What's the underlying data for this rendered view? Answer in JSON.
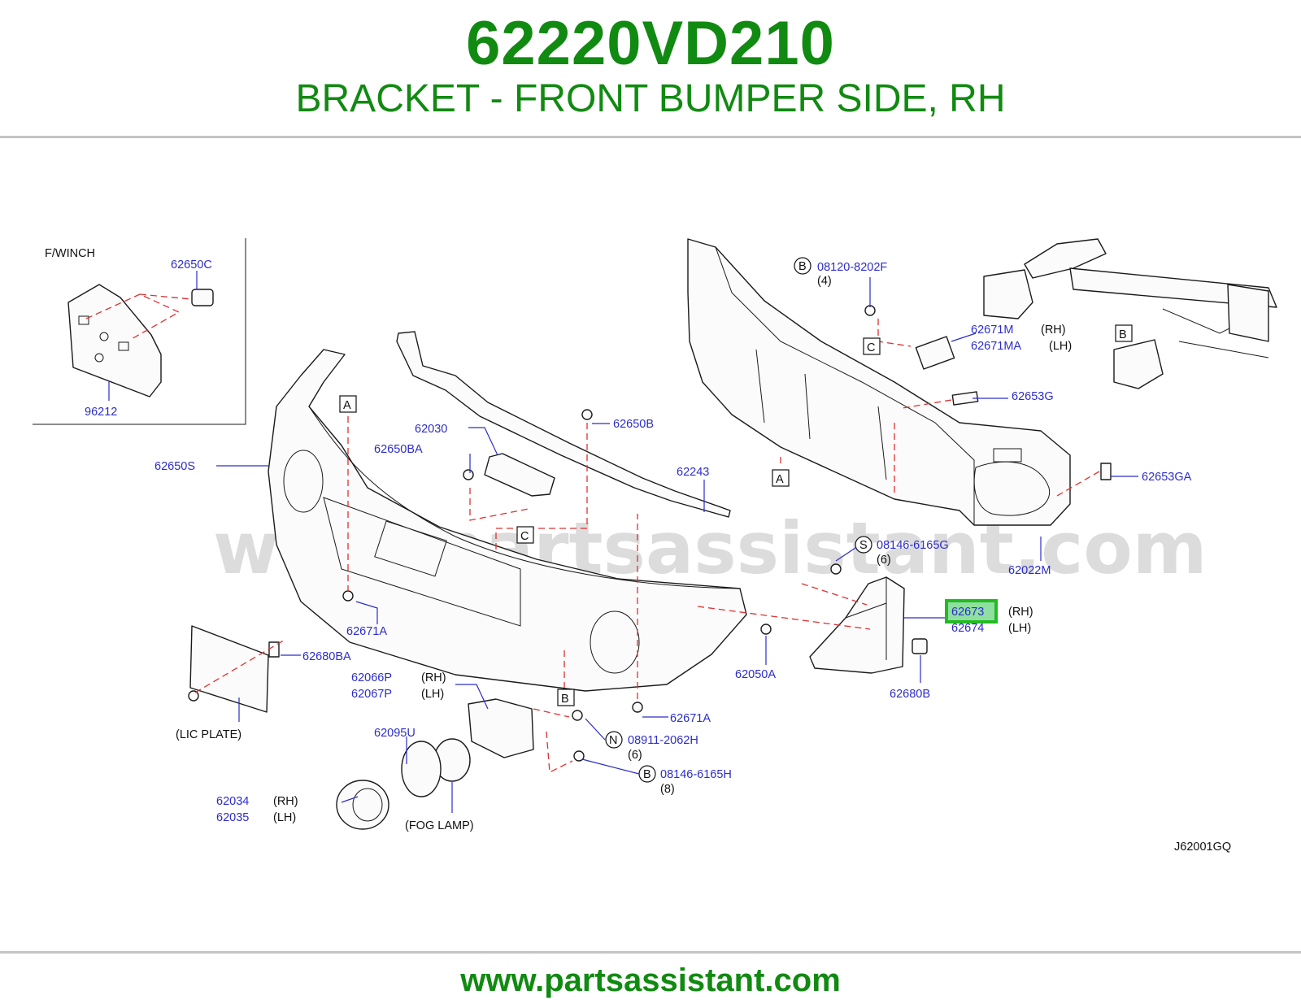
{
  "header": {
    "part_number": "62220VD210",
    "description": "BRACKET - FRONT BUMPER SIDE, RH"
  },
  "footer": {
    "url": "www.partsassistant.com"
  },
  "watermark": "www.partsassistant.com",
  "diagram_code": "J62001GQ",
  "highlight_color": "#22bb22",
  "inset": {
    "title": "F/WINCH",
    "labels": [
      "62650C",
      "96212"
    ]
  },
  "callouts": {
    "p62650S": "62650S",
    "p62650BA": "62650BA",
    "p62030": "62030",
    "p62650B": "62650B",
    "p62243": "62243",
    "p62671A_1": "62671A",
    "p62671A_2": "62671A",
    "p62680BA": "62680BA",
    "p62066P": "62066P",
    "p62067P": "62067P",
    "p62095U": "62095U",
    "p62034": "62034",
    "p62035": "62035",
    "p62050A": "62050A",
    "p62680B": "62680B",
    "p62673": "62673",
    "p62674": "62674",
    "p62022M": "62022M",
    "p62653G": "62653G",
    "p62653GA": "62653GA",
    "p62671M": "62671M",
    "p62671MA": "62671MA",
    "p08120": "08120-8202F",
    "p08146G": "08146-6165G",
    "p08911": "08911-2062H",
    "p08146H": "08146-6165H"
  },
  "qty": {
    "q4": "(4)",
    "q6a": "(6)",
    "q6b": "(6)",
    "q8": "(8)"
  },
  "sides": {
    "rh": "(RH)",
    "lh": "(LH)"
  },
  "notes": {
    "lic_plate": "(LIC   PLATE)",
    "fog_lamp": "(FOG   LAMP)"
  },
  "markers": {
    "A": "A",
    "B": "B",
    "C": "C",
    "N": "N",
    "S": "S"
  }
}
